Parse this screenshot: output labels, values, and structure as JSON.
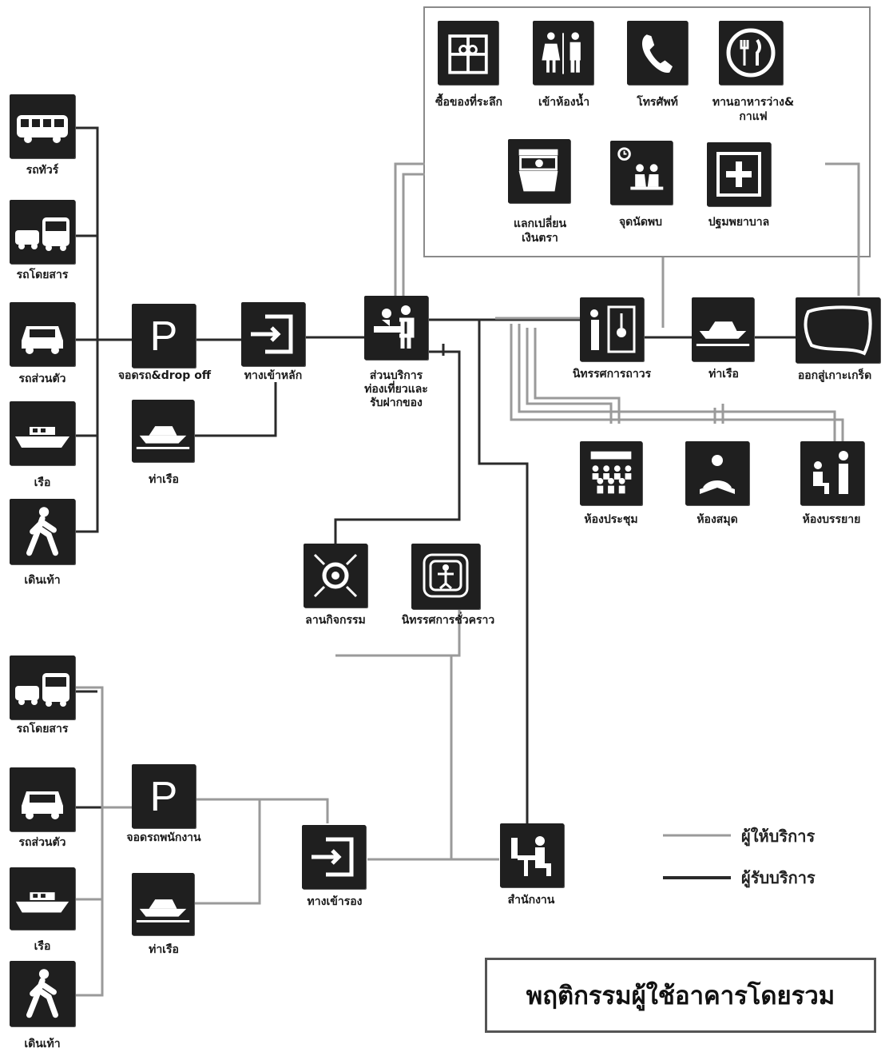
{
  "legend": {
    "provider_label": "ผู้ให้บริการ",
    "user_label": "ผู้รับบริการ",
    "provider_color": "#9a9a9a",
    "user_color": "#2a2a2a"
  },
  "title": "พฤติกรรมผู้ใช้อาคารโดยรวม",
  "visitor_transport": {
    "tour_bus": "รถทัวร์",
    "bus": "รถโดยสาร",
    "car": "รถส่วนตัว",
    "boat": "เรือ",
    "walk": "เดินเท้า"
  },
  "staff_transport": {
    "bus": "รถโดยสาร",
    "car": "รถส่วนตัว",
    "boat": "เรือ",
    "walk": "เดินเท้า"
  },
  "nodes": {
    "parking": "จอดรถ&drop off",
    "pier_left": "ท่าเรือ",
    "main_entrance": "ทางเข้าหลัก",
    "service_center": [
      "ส่วนบริการ",
      "ท่องเที่ยวและ",
      "รับฝากของ"
    ],
    "permanent_exhibition": "นิทรรศการถาวร",
    "pier_right": "ท่าเรือ",
    "exit_island": "ออกสู่เกาะเกร็ด",
    "meeting_room": "ห้องประชุม",
    "library": "ห้องสมุด",
    "lecture_room": "ห้องบรรยาย",
    "activity_court": "ลานกิจกรรม",
    "temporary_exhibition": "นิทรรศการชั่วคราว",
    "staff_parking": "จอดรถพนักงาน",
    "staff_pier": "ท่าเรือ",
    "staff_entrance": "ทางเข้ารอง",
    "office": "สำนักงาน"
  },
  "services": {
    "souvenir": "ซื้อของที่ระลึก",
    "restroom": "เข้าห้องน้ำ",
    "telephone": "โทรศัพท์",
    "snack": [
      "ทานอาหารว่าง&",
      "กาแฟ"
    ],
    "exchange": [
      "แลกเปลี่ยน",
      "เงินตรา"
    ],
    "meeting_point": "จุดนัดพบ",
    "first_aid": "ปฐมพยาบาล"
  },
  "icons": {
    "bus-icon": "bus",
    "car-icon": "car",
    "boat-icon": "boat",
    "walk-icon": "pedestrian",
    "parking-icon": "P",
    "entrance-icon": "enter-arrow",
    "info-icon": "service-desk",
    "exhibition-icon": "exhibit",
    "island-icon": "island-outline",
    "gift-icon": "gift",
    "restroom-icon": "man-woman",
    "phone-icon": "telephone",
    "fork-knife-icon": "dining",
    "money-icon": "currency-exchange",
    "meeting-icon": "meeting-point",
    "cross-icon": "first-aid",
    "audience-icon": "meeting-room",
    "book-icon": "library",
    "lecture-icon": "lecture",
    "target-icon": "activity",
    "figure-icon": "temporary-exhibit",
    "desk-icon": "office"
  }
}
